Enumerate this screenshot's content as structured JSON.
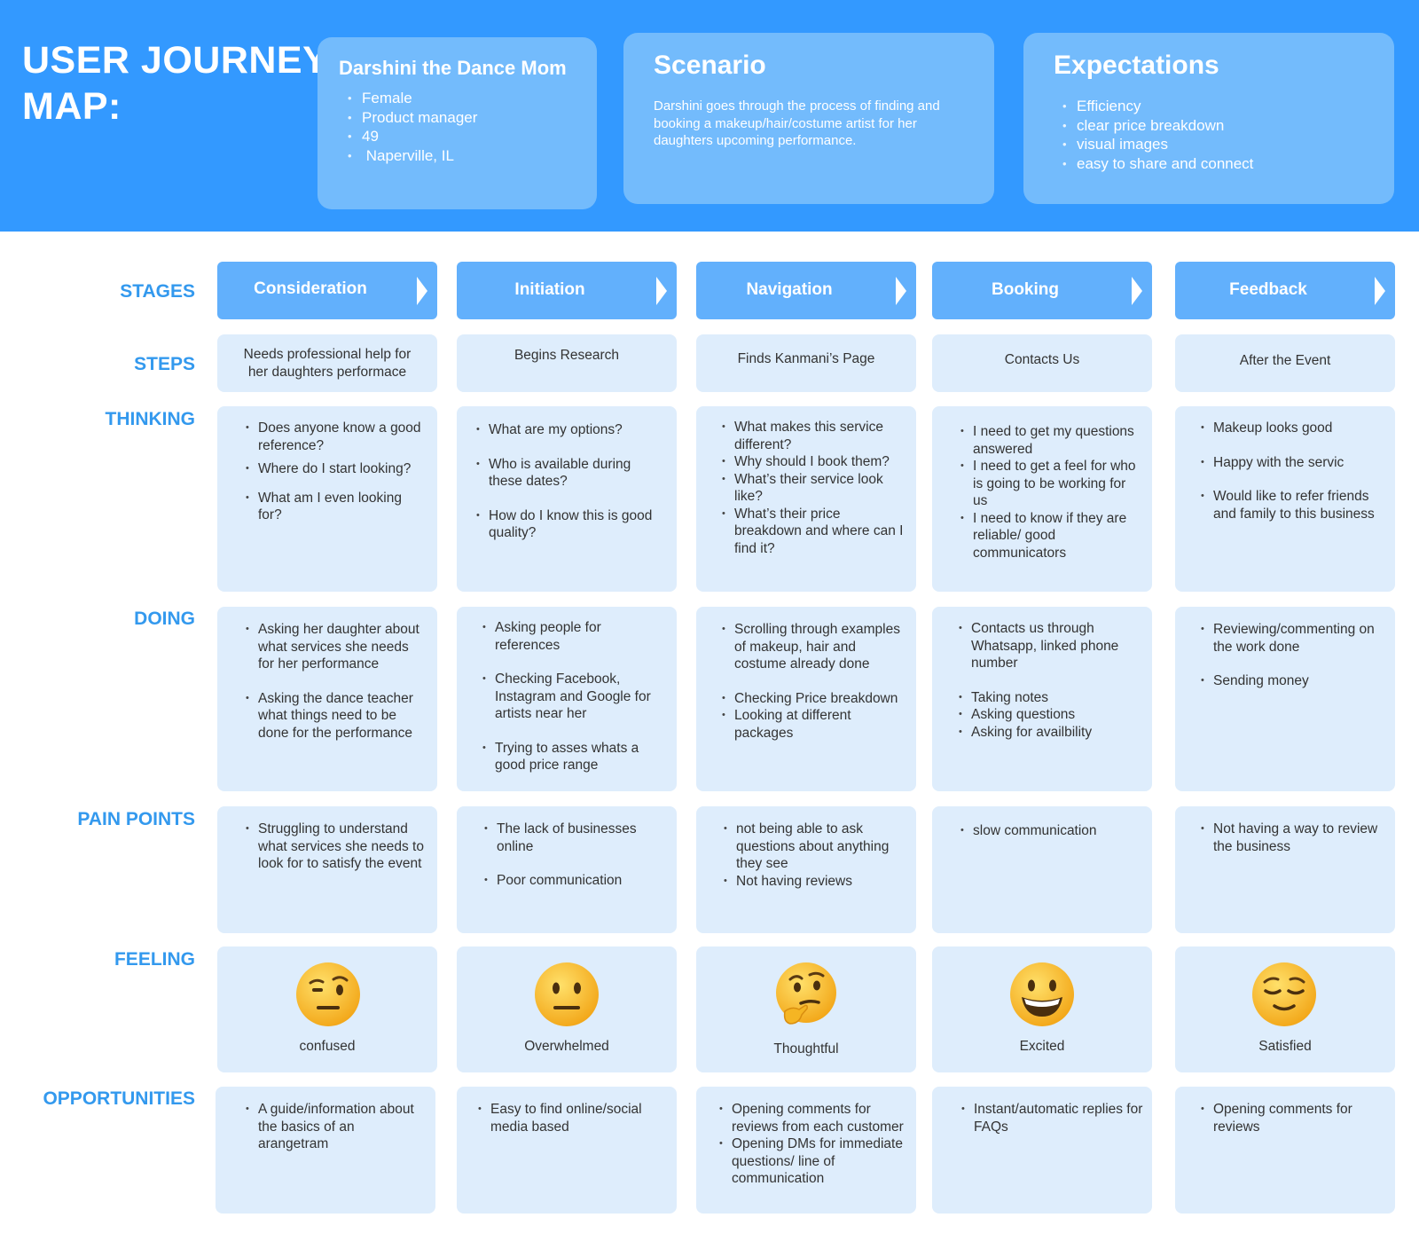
{
  "header": {
    "title_line1": "USER JOURNEY",
    "title_line2": "MAP:",
    "persona": {
      "title": "Darshini the Dance Mom",
      "items": [
        "Female",
        "Product manager",
        "49",
        " Naperville, IL"
      ]
    },
    "scenario": {
      "title": "Scenario",
      "body": "Darshini goes through the process of finding and booking a makeup/hair/costume artist for her daughters upcoming performance."
    },
    "expectations": {
      "title": "Expectations",
      "items": [
        "Efficiency",
        "clear price breakdown",
        "visual images",
        "easy to share and connect"
      ]
    }
  },
  "row_labels": {
    "stages": "STAGES",
    "steps": "STEPS",
    "thinking": "THINKING",
    "doing": "DOING",
    "pain_points": "PAIN POINTS",
    "feeling": "FEELING",
    "opportunities": "OPPORTUNITIES"
  },
  "columns": [
    {
      "stage": "Consideration",
      "step": "Needs  professional help for her daughters performace",
      "thinking": [
        "Does anyone know a good reference?",
        "Where do I start looking?",
        "What am I even looking for?"
      ],
      "doing": [
        "Asking her daughter about what services she needs for her performance",
        "Asking the dance teacher what things need to be done for the performance"
      ],
      "pain_points": [
        "Struggling to understand what services she needs to look for to satisfy the event"
      ],
      "feeling": {
        "label": "confused",
        "emoji": "raised-eyebrow-face-icon"
      },
      "opportunities": [
        "A guide/information about the basics of an arangetram"
      ]
    },
    {
      "stage": "Initiation",
      "step": "Begins Research",
      "thinking": [
        "What are my options?",
        "Who is available during these dates?",
        "How do I know this is good quality?"
      ],
      "doing": [
        "Asking people for references",
        "Checking Facebook, Instagram and Google for artists near her",
        "Trying to asses whats a good price range"
      ],
      "pain_points": [
        "The lack of businesses online",
        "Poor communication"
      ],
      "feeling": {
        "label": "Overwhelmed",
        "emoji": "neutral-face-icon"
      },
      "opportunities": [
        "Easy to find online/social media based"
      ]
    },
    {
      "stage": "Navigation",
      "step": "Finds Kanmani’s Page",
      "thinking": [
        "What makes this service different?",
        "Why should I book them?",
        "What’s their service look like?",
        "What’s their price breakdown and where can I find it?"
      ],
      "doing": [
        "Scrolling through examples of makeup, hair and costume already done",
        "Checking Price breakdown",
        "Looking at different packages"
      ],
      "pain_points": [
        "not being able to ask questions about anything they see",
        "Not having reviews"
      ],
      "feeling": {
        "label": "Thoughtful",
        "emoji": "thinking-face-icon"
      },
      "opportunities": [
        "Opening comments for reviews from each customer",
        "Opening DMs for immediate questions/ line of communication"
      ]
    },
    {
      "stage": "Booking",
      "step": "Contacts Us",
      "thinking": [
        "I need to get my questions answered",
        "I need to get a feel for who is going to be working for us",
        "I need to know if they are reliable/ good communicators"
      ],
      "doing": [
        "Contacts us through Whatsapp, linked phone number",
        "Taking notes",
        "Asking questions",
        "Asking for availbility"
      ],
      "pain_points": [
        "slow communication"
      ],
      "feeling": {
        "label": "Excited",
        "emoji": "grinning-face-icon"
      },
      "opportunities": [
        "Instant/automatic replies for FAQs"
      ]
    },
    {
      "stage": "Feedback",
      "step": "After the Event",
      "thinking": [
        "Makeup looks good",
        "Happy with the servic",
        "Would like to refer friends and family to this business"
      ],
      "doing": [
        "Reviewing/commenting on the work done",
        "Sending money"
      ],
      "pain_points": [
        "Not having a way to review the business"
      ],
      "feeling": {
        "label": "Satisfied",
        "emoji": "relieved-face-icon"
      },
      "opportunities": [
        "Opening comments for reviews"
      ]
    }
  ],
  "colors": {
    "header_bg": "#3399ff",
    "card_bg": "#73bbfc",
    "stage_bg": "#62b0fc",
    "cell_bg": "#deedfc",
    "label_color": "#3399ee"
  }
}
